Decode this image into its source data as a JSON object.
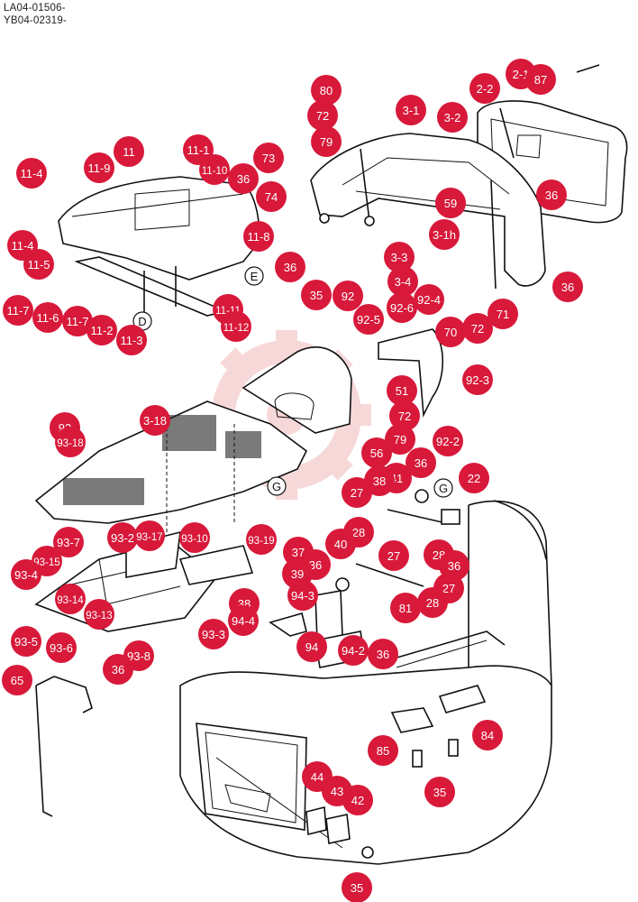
{
  "header": {
    "line1": "LA04-01506-",
    "line2": "YB04-02319-"
  },
  "colors": {
    "callout": "#d8193a",
    "watermark": "#f2b9b9",
    "ink": "#111111"
  },
  "watermark_icon": "gear-logo-icon",
  "refs": [
    "E",
    "D",
    "G",
    "G"
  ],
  "callouts": [
    "80",
    "72",
    "79",
    "73",
    "74",
    "36",
    "36",
    "36",
    "2-2",
    "2-1",
    "87",
    "3-1",
    "3-2",
    "59",
    "3-1h",
    "3-3",
    "3-4",
    "92-4",
    "70",
    "72",
    "71",
    "11",
    "11-9",
    "11-1",
    "11-10",
    "11-4",
    "36",
    "11-8",
    "11-4",
    "11-5",
    "11-7",
    "11-6",
    "11-7",
    "11-2",
    "11-3",
    "11-11",
    "11-12",
    "35",
    "92",
    "92-5",
    "92-6",
    "92-3",
    "51",
    "72",
    "79",
    "56",
    "36",
    "92-2",
    "3-18",
    "93",
    "93-18",
    "27",
    "41",
    "22",
    "38",
    "28",
    "27",
    "28",
    "36",
    "36",
    "27",
    "81",
    "28",
    "93-2",
    "93-17",
    "93-7",
    "93-15",
    "93-4",
    "93-10",
    "93-19",
    "37",
    "39",
    "40",
    "94-3",
    "93-14",
    "93-13",
    "38",
    "94-4",
    "93-3",
    "94",
    "94-2",
    "36",
    "93-5",
    "93-6",
    "93-8",
    "65",
    "36",
    "85",
    "84",
    "35",
    "44",
    "43",
    "42",
    "35"
  ]
}
